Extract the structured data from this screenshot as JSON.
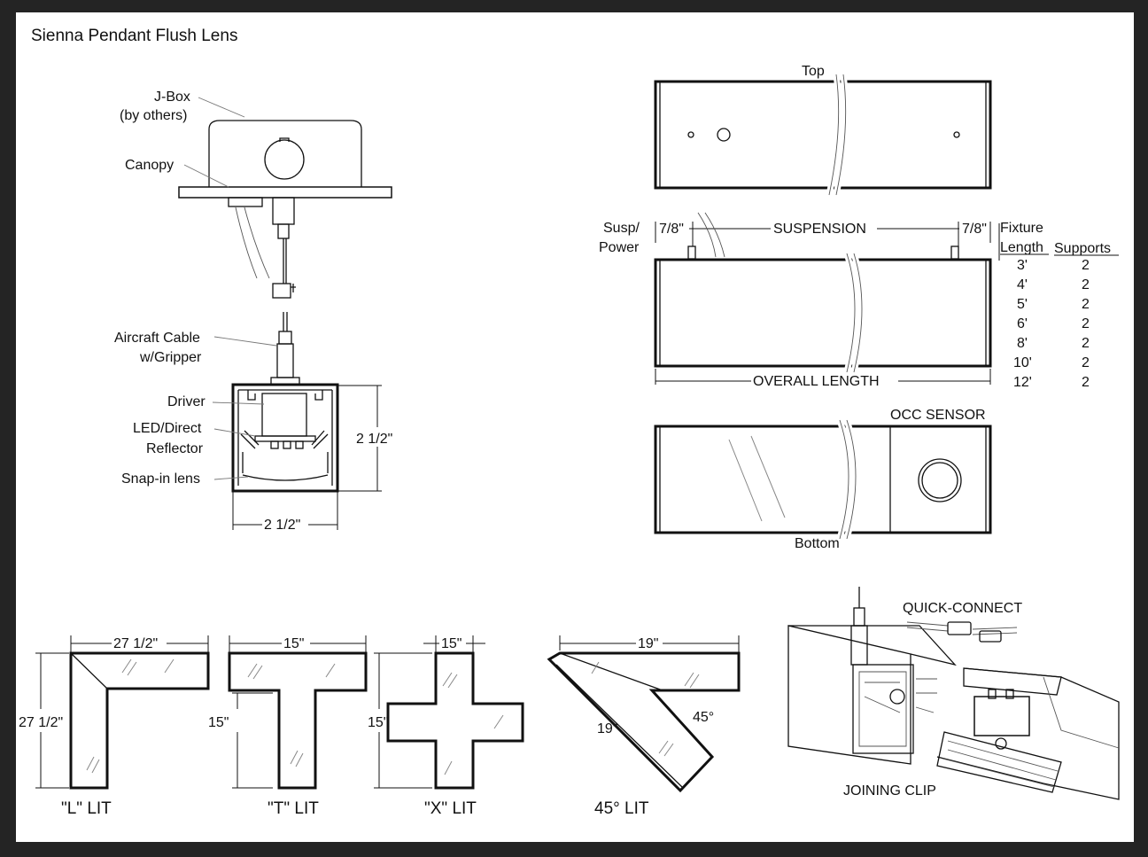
{
  "title": "Sienna Pendant Flush Lens",
  "section_view": {
    "labels": {
      "jbox_line1": "J-Box",
      "jbox_line2": "(by others)",
      "canopy": "Canopy",
      "cable_line1": "Aircraft Cable",
      "cable_line2": "w/Gripper",
      "driver": "Driver",
      "led_line1": "LED/Direct",
      "led_line2": "Reflector",
      "lens": "Snap-in lens"
    },
    "height_dim": "2 1/2\"",
    "width_dim": "2 1/2\""
  },
  "plan_views": {
    "top_label": "Top",
    "bottom_label": "Bottom",
    "occ_sensor": "OCC SENSOR",
    "susp_line1": "Susp/",
    "susp_line2": "Power",
    "offset_left": "7/8\"",
    "offset_right": "7/8\"",
    "suspension": "SUSPENSION",
    "overall_length": "OVERALL LENGTH"
  },
  "fixture_table": {
    "header_length_line1": "Fixture",
    "header_length_line2": "Length",
    "header_supports": "Supports",
    "rows": [
      {
        "length": "3'",
        "supports": "2"
      },
      {
        "length": "4'",
        "supports": "2"
      },
      {
        "length": "5'",
        "supports": "2"
      },
      {
        "length": "6'",
        "supports": "2"
      },
      {
        "length": "8'",
        "supports": "2"
      },
      {
        "length": "10'",
        "supports": "2"
      },
      {
        "length": "12'",
        "supports": "2"
      }
    ]
  },
  "configurations": {
    "l_width": "27 1/2\"",
    "l_height": "27 1/2\"",
    "l_caption": "\"L\" LIT",
    "t_width": "15\"",
    "t_height": "15\"",
    "t_caption": "\"T\" LIT",
    "x_width": "15\"",
    "x_height": "15\"",
    "x_caption": "\"X\" LIT",
    "d45_width": "19\"",
    "d45_length": "19\"",
    "d45_angle": "45°",
    "d45_caption": "45° LIT"
  },
  "detail": {
    "quick_connect": "QUICK-CONNECT",
    "joining_clip": "JOINING CLIP"
  }
}
